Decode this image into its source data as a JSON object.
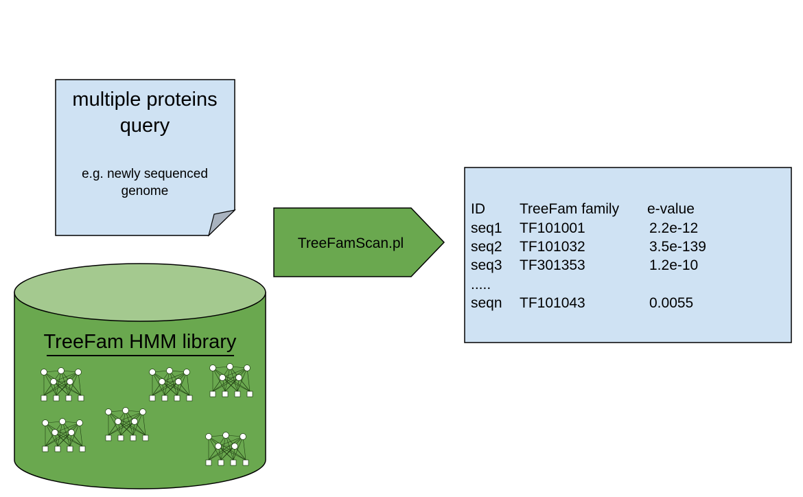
{
  "query_doc": {
    "title_line1": "multiple proteins",
    "title_line2": "query",
    "note_line1": "e.g. newly sequenced",
    "note_line2": "genome",
    "fill": "#cfe2f3"
  },
  "library": {
    "label": "TreeFam HMM library",
    "body_fill": "#6aa84f",
    "top_fill": "#a4c98f",
    "hmm_diagram_count": 6
  },
  "process": {
    "label": "TreeFamScan.pl",
    "fill": "#6aa84f"
  },
  "results": {
    "fill": "#cfe2f3",
    "headers": [
      "ID",
      "TreeFam family",
      "e-value"
    ],
    "rows": [
      [
        "seq1",
        "TF101001",
        "2.2e-12"
      ],
      [
        "seq2",
        "TF101032",
        "3.5e-139"
      ],
      [
        "seq3",
        "TF301353",
        "1.2e-10"
      ],
      [
        ".....",
        "",
        ""
      ],
      [
        "seqn",
        "TF101043",
        "0.0055"
      ]
    ]
  }
}
